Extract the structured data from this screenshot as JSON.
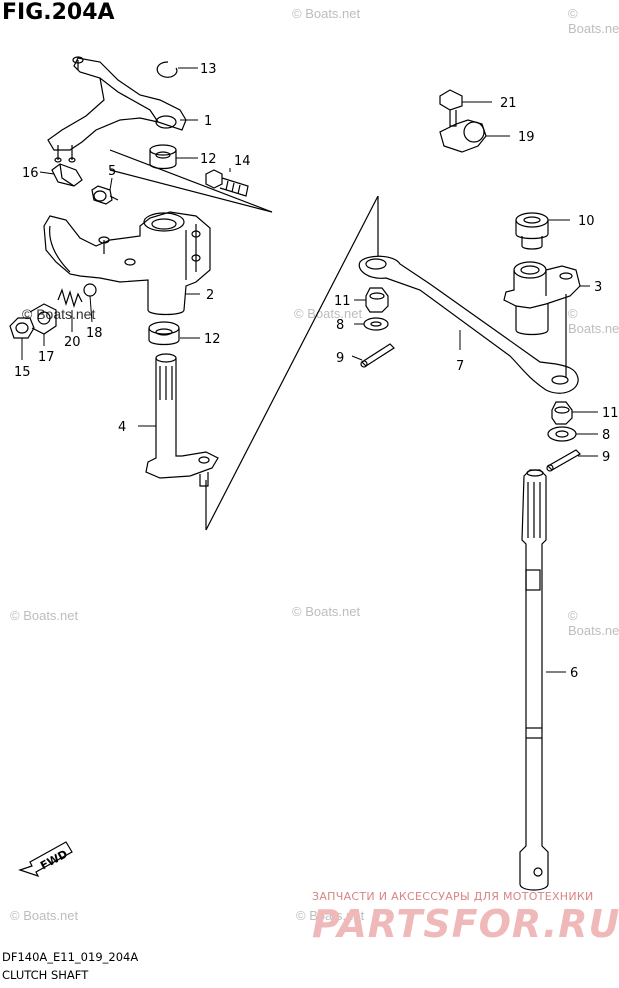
{
  "figure": {
    "title": "FIG.204A",
    "model_code": "DF140A_E11_019_204A",
    "caption": "CLUTCH SHAFT"
  },
  "watermarks": {
    "boats": "© Boats.net",
    "ru_tagline": "ЗАПЧАСТИ И АКСЕССУАРЫ ДЛЯ МОТОТЕХНИКИ",
    "ru_brand": "PARTSFOR.RU"
  },
  "direction_marker": "FWD",
  "callouts": {
    "c1": "1",
    "c2": "2",
    "c3": "3",
    "c4": "4",
    "c5": "5",
    "c6": "6",
    "c7": "7",
    "c8a": "8",
    "c8b": "8",
    "c9a": "9",
    "c9b": "9",
    "c10": "10",
    "c11a": "11",
    "c11b": "11",
    "c12a": "12",
    "c12b": "12",
    "c13": "13",
    "c14": "14",
    "c15": "15",
    "c16": "16",
    "c17": "17",
    "c18": "18",
    "c19": "19",
    "c20": "20",
    "c21": "21"
  }
}
